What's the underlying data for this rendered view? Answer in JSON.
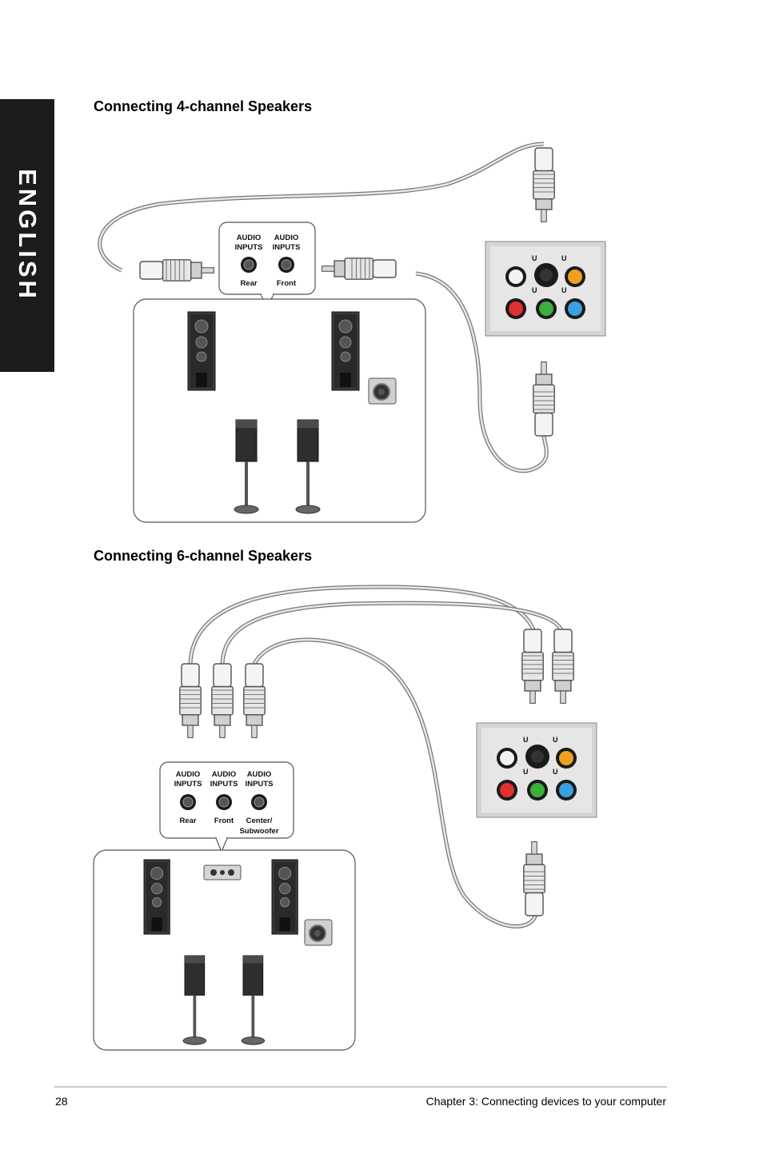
{
  "side_tab": {
    "label": "ENGLISH"
  },
  "section1": {
    "title": "Connecting 4-channel Speakers",
    "jacks": [
      {
        "line1": "AUDIO",
        "line2": "INPUTS",
        "label": "Rear"
      },
      {
        "line1": "AUDIO",
        "line2": "INPUTS",
        "label": "Front"
      }
    ]
  },
  "section2": {
    "title": "Connecting 6-channel Speakers",
    "jacks": [
      {
        "line1": "AUDIO",
        "line2": "INPUTS",
        "label": "Rear"
      },
      {
        "line1": "AUDIO",
        "line2": "INPUTS",
        "label": "Front"
      },
      {
        "line1": "AUDIO",
        "line2": "INPUTS",
        "label": "Center/",
        "label2": "Subwoofer"
      }
    ]
  },
  "footer": {
    "page_number": "28",
    "chapter": "Chapter 3: Connecting devices to your computer"
  },
  "colors": {
    "jack_white": "#f2f2f2",
    "jack_black": "#1a1a1a",
    "jack_orange": "#f0a020",
    "jack_red": "#e03030",
    "jack_green": "#3cae3c",
    "jack_blue": "#3aa0e0"
  }
}
